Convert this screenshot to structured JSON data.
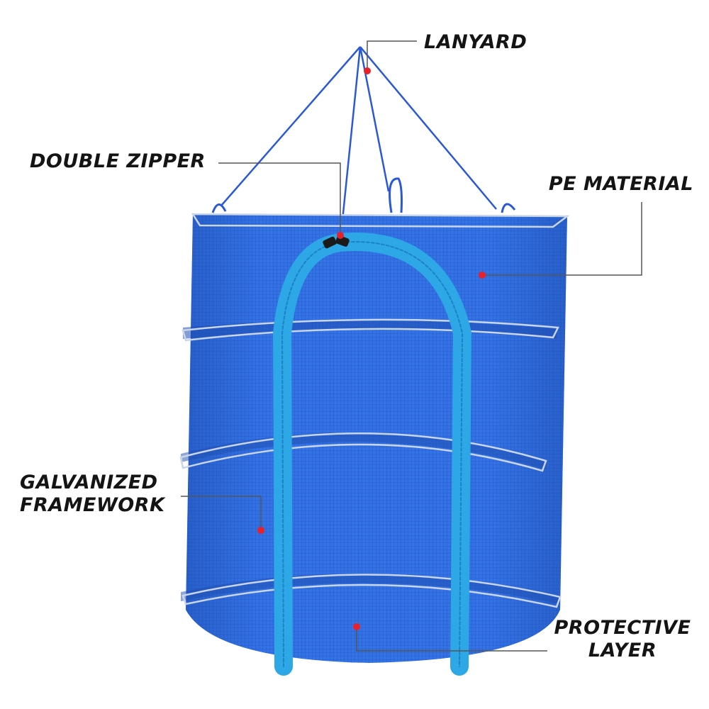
{
  "product": {
    "name": "hanging-mesh-drying-net",
    "colors": {
      "mesh": "#2f6fe0",
      "mesh_dark": "#1f4fb5",
      "zipper": "#2ea7e6",
      "frame": "#b9c8dd",
      "marker": "#e8202a",
      "leader": "#555555"
    }
  },
  "callouts": {
    "lanyard": "LANYARD",
    "double_zipper": "DOUBLE ZIPPER",
    "pe_material": "PE MATERIAL",
    "galvanized_line1": "GALVANIZED",
    "galvanized_line2": "FRAMEWORK",
    "protective_line1": "PROTECTIVE",
    "protective_line2": "LAYER"
  }
}
